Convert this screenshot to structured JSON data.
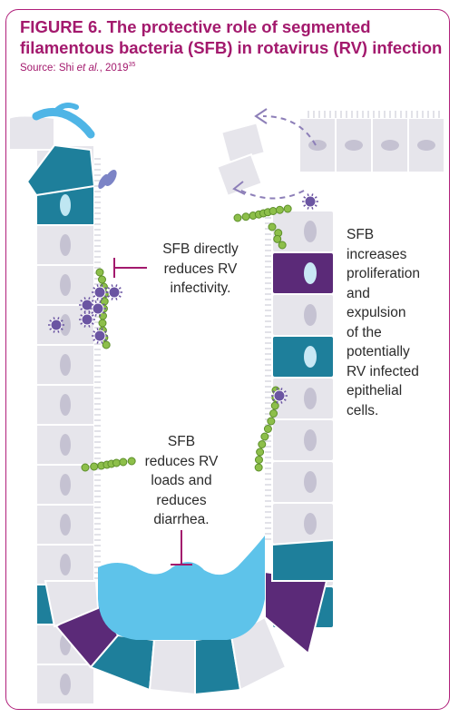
{
  "figure": {
    "number": "FIGURE 6.",
    "title": "The protective role of segmented filamentous bacteria (SFB) in rotavirus (RV) infection",
    "source_prefix": "Source: Shi ",
    "source_etal": "et al.",
    "source_suffix": ", 2019",
    "source_ref": "35"
  },
  "labels": {
    "infectivity": [
      "SFB directly",
      "reduces RV",
      "infectivity."
    ],
    "proliferation": [
      "SFB",
      "increases",
      "proliferation",
      "and",
      "expulsion",
      "of the",
      "potentially",
      "RV infected",
      "epithelial",
      "cells."
    ],
    "loads": [
      "SFB",
      "reduces RV",
      "loads and",
      "reduces",
      "diarrhea."
    ]
  },
  "colors": {
    "accent": "#a3196d",
    "cell_gray": "#e6e5eb",
    "cell_outline": "#ffffff",
    "nucleus_gray": "#c5c2d2",
    "goblet_purple": "#5b2a78",
    "teal": "#1e7f9b",
    "mucus_blue": "#5ec3ea",
    "sfb_green": "#8dbf4a",
    "virus_purple": "#6b55a2"
  }
}
